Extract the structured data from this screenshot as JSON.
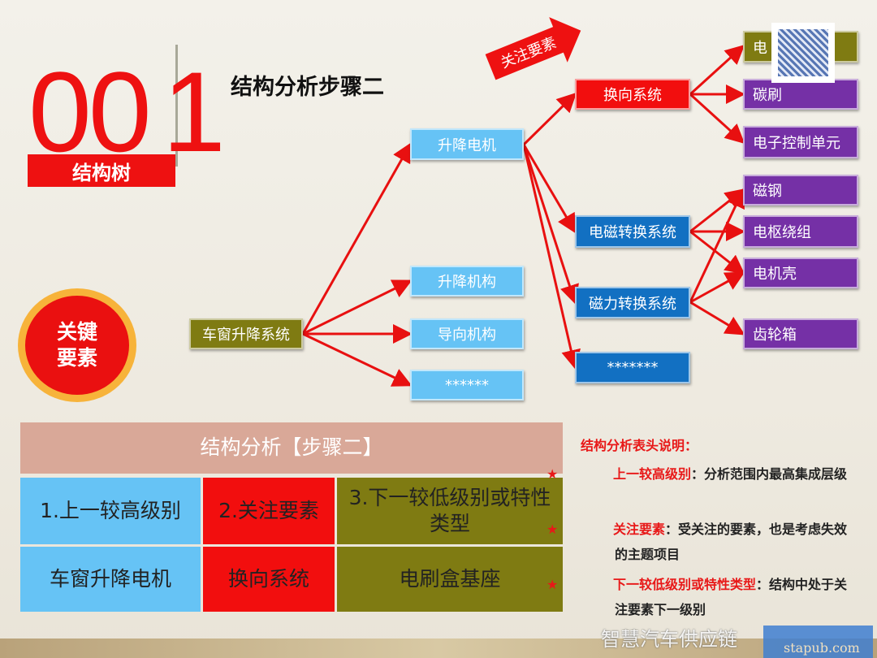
{
  "header": {
    "number": "00",
    "number_last": "1",
    "subtitle": "结构树",
    "title": "结构分析步骤二"
  },
  "badge": {
    "label_line1": "关键",
    "label_line2": "要素"
  },
  "focus_arrow": {
    "label": "关注要素"
  },
  "tree": {
    "root": "车窗升降系统",
    "level1": [
      "升降电机",
      "升降机构",
      "导向机构",
      "******"
    ],
    "level2": [
      "换向系统",
      "电磁转换系统",
      "磁力转换系统",
      "*******"
    ],
    "level3": [
      "电",
      "碳刷",
      "电子控制单元",
      "磁钢",
      "电枢绕组",
      "电机壳",
      "齿轮箱"
    ]
  },
  "table": {
    "title": "结构分析【步骤二】",
    "headers": [
      "1.上一较高级别",
      "2.关注要素",
      "3.下一较低级别或特性类型"
    ],
    "row": [
      "车窗升降电机",
      "换向系统",
      "电刷盒基座"
    ]
  },
  "notes": {
    "title": "结构分析表头说明：",
    "items": [
      {
        "term": "上一较高级别",
        "text": "：分析范围内最高集成层级"
      },
      {
        "term": "关注要素",
        "text": "：受关注的要素，也是考虑失效的主题项目"
      },
      {
        "term": "下一较低级别或特性类型",
        "text": "：结构中处于关注要素下一级别"
      }
    ]
  },
  "watermark": {
    "brand": "智慧汽车供应链",
    "site": "stapub.com"
  },
  "colors": {
    "red": "#f20e0e",
    "light_blue": "#66c3f5",
    "olive": "#7f7b12",
    "dark_blue": "#1270c2",
    "purple": "#7530a6",
    "table_header": "#d9a898"
  }
}
